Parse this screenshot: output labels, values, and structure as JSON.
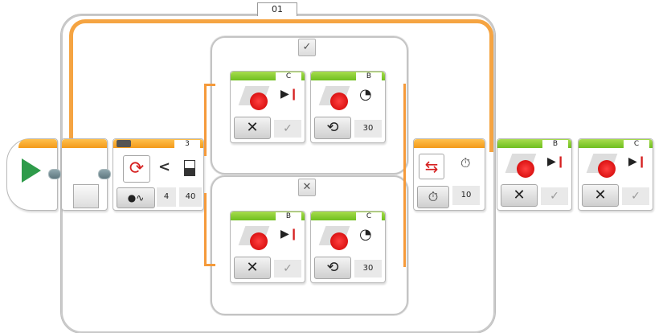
{
  "loop": {
    "label": "01",
    "accent": "#f5a442"
  },
  "start": {
    "icon": "play-icon",
    "color": "#2e9b4a"
  },
  "switch": {
    "mode_icon": "compare-sensor-icon",
    "port": "3",
    "operator": "<",
    "inputs": [
      "4",
      "40"
    ],
    "cases": [
      {
        "tab_icon": "check-icon",
        "tab": "✓",
        "blocks": [
          {
            "type": "large-motor",
            "port": "C",
            "mode_icon": "off-icon",
            "action_icon": "stop-icon",
            "brake_icon": "check-icon"
          },
          {
            "type": "large-motor",
            "port": "B",
            "mode_icon": "on-icon",
            "action_icon": "speedometer-icon",
            "power": "30"
          }
        ]
      },
      {
        "tab_icon": "close-icon",
        "tab": "✕",
        "blocks": [
          {
            "type": "large-motor",
            "port": "B",
            "mode_icon": "off-icon",
            "action_icon": "stop-icon",
            "brake_icon": "check-icon"
          },
          {
            "type": "large-motor",
            "port": "C",
            "mode_icon": "on-icon",
            "action_icon": "speedometer-icon",
            "power": "30"
          }
        ]
      }
    ]
  },
  "loop_end": {
    "mode_icon": "timer-icon",
    "value": "10"
  },
  "after_loop": [
    {
      "type": "large-motor",
      "port": "B",
      "mode_icon": "off-icon",
      "action_icon": "stop-icon",
      "brake_icon": "check-icon"
    },
    {
      "type": "large-motor",
      "port": "C",
      "mode_icon": "off-icon",
      "action_icon": "stop-icon",
      "brake_icon": "check-icon"
    }
  ],
  "glyphs": {
    "off": "✕",
    "on": "⟲",
    "stop": "▶❙",
    "check": "✓",
    "lt": "<"
  }
}
